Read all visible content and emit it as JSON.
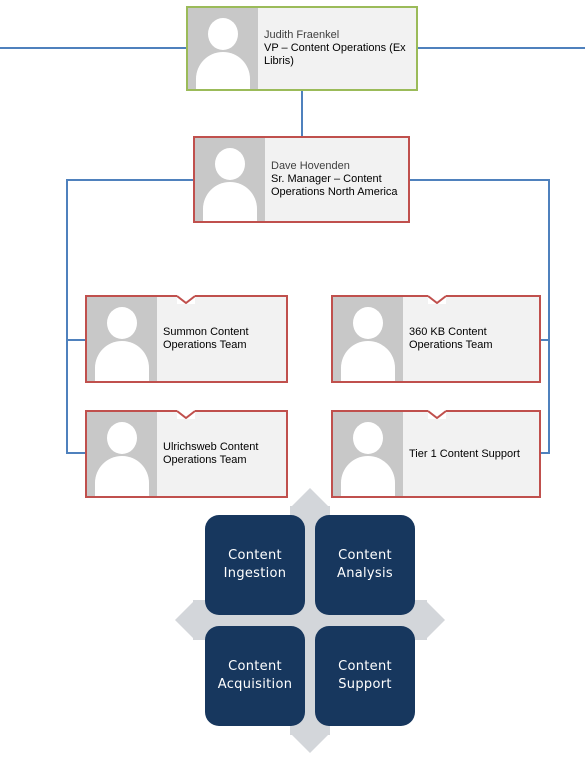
{
  "org_chart": {
    "executive": {
      "name": "Judith Fraenkel",
      "title": "VP – Content Operations (Ex Libris)"
    },
    "manager": {
      "name": "Dave Hovenden",
      "title": "Sr. Manager – Content Operations North America"
    },
    "teams": [
      {
        "label": "Summon Content Operations Team"
      },
      {
        "label": "360 KB Content Operations Team"
      },
      {
        "label": "Ulrichsweb Content Operations Team"
      },
      {
        "label": "Tier 1 Content Support"
      }
    ]
  },
  "quadrant": {
    "items": [
      {
        "label": "Content Ingestion"
      },
      {
        "label": "Content Analysis"
      },
      {
        "label": "Content Acquisition"
      },
      {
        "label": "Content Support"
      }
    ],
    "box_color": "#17375e",
    "arrow_color": "#d3d6da"
  },
  "colors": {
    "connector": "#4f81bd",
    "card_border_exec": "#9bbb59",
    "card_border": "#c0504d",
    "card_fill": "#f2f2f2",
    "photo_fill": "#c8c8c8"
  }
}
